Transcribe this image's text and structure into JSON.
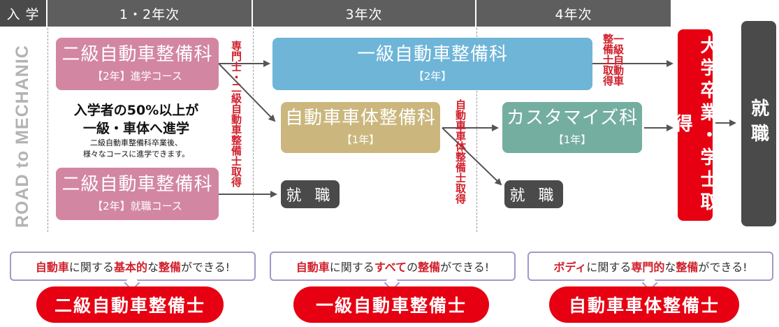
{
  "header": {
    "entry": "入 学",
    "year12": "1・2年次",
    "year3": "3年次",
    "year4": "4年次"
  },
  "road_text": "ROAD to MECHANIC",
  "boxes": {
    "grade2_advance": {
      "title": "二級自動車整備科",
      "sub": "【2年】進学コース"
    },
    "grade2_employ": {
      "title": "二級自動車整備科",
      "sub": "【2年】就職コース"
    },
    "grade1": {
      "title": "一級自動車整備科",
      "sub": "【2年】"
    },
    "body": {
      "title": "自動車車体整備科",
      "sub": "【1年】"
    },
    "customize": {
      "title": "カスタマイズ科",
      "sub": "【1年】"
    },
    "employ_a": "就 職",
    "employ_b": "就 職",
    "university": "大学卒業・学士取得",
    "final_employ": "就職"
  },
  "note": {
    "line1": "入学者の50%以上が",
    "line2": "一級・車体へ進学",
    "line3": "二級自動車整備科卒業後、",
    "line4": "様々なコースに進学できます。"
  },
  "qualifications": {
    "q2": "専門士・二級自動車整備士取得",
    "q1": "一級自動車整備士取得",
    "qbody": "自動車車体整備士取得"
  },
  "features": [
    {
      "pre": "自動車",
      "mid1": "に関する",
      "hl": "基本的",
      "mid2": "な",
      "hl2": "整備",
      "post": "ができる!"
    },
    {
      "pre": "自動車",
      "mid1": "に関する",
      "hl": "すべて",
      "mid2": "の",
      "hl2": "整備",
      "post": "ができる!"
    },
    {
      "pre": "ボディ",
      "mid1": "に関する",
      "hl": "専門的",
      "mid2": "な",
      "hl2": "整備",
      "post": "ができる!"
    }
  ],
  "licenses": [
    "二級自動車整備士",
    "一級自動車整備士",
    "自動車車体整備士"
  ],
  "colors": {
    "header": "#4a4a4a",
    "pink": "#d286a2",
    "blue": "#6eb5d8",
    "tan": "#cbb77d",
    "teal": "#74aea0",
    "red": "#e60012",
    "accent_text": "#d0202c",
    "callout_border": "#a597c8"
  }
}
